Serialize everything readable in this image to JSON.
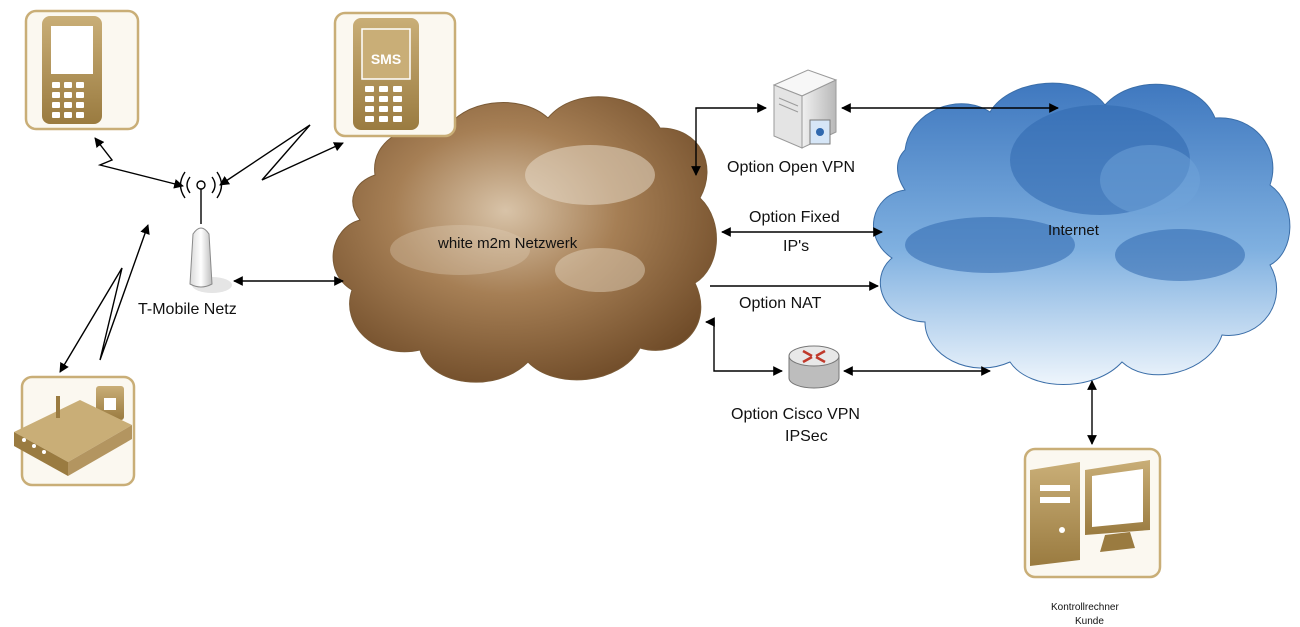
{
  "labels": {
    "tmobile": "T-Mobile Netz",
    "m2m_network": "white m2m Netzwerk",
    "internet": "Internet",
    "open_vpn": "Option Open VPN",
    "fixed_ip_line1": "Option Fixed",
    "fixed_ip_line2": "IP's",
    "nat": "Option NAT",
    "cisco_line1": "Option Cisco VPN",
    "cisco_line2": "IPSec",
    "control_line1": "Kontrollrechner",
    "control_line2": "Kunde",
    "sms_screen": "SMS"
  },
  "colors": {
    "gold": "#a88a4e",
    "gold_light": "#c9ae77",
    "brown_cloud": "#8b6a43",
    "blue_cloud": "#4f86c6",
    "router_red": "#c0392b"
  }
}
